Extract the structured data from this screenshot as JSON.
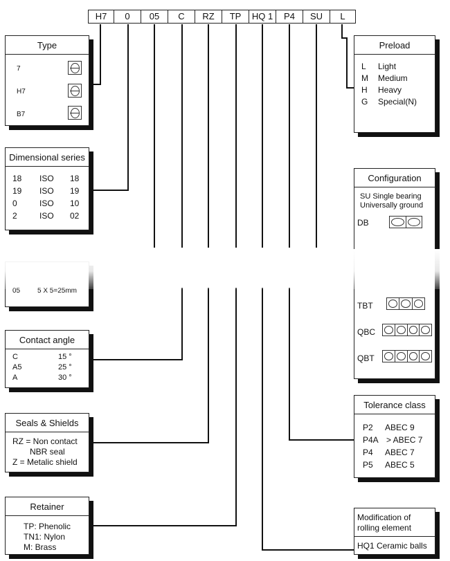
{
  "code": [
    "H7",
    "0",
    "05",
    "C",
    "RZ",
    "TP",
    "HQ 1",
    "P4",
    "SU",
    "L"
  ],
  "type_box": {
    "title": "Type",
    "items": [
      {
        "label": "7",
        "icon": "single-angular-bearing-icon"
      },
      {
        "label": "H7",
        "icon": "angular-bearing-high-speed-icon"
      },
      {
        "label": "B7",
        "icon": "angular-bearing-icon"
      }
    ]
  },
  "dimensional": {
    "title": "Dimensional series",
    "rows": [
      [
        "18",
        "ISO",
        "18"
      ],
      [
        "19",
        "ISO",
        "19"
      ],
      [
        "0",
        "ISO",
        "10"
      ],
      [
        "2",
        "ISO",
        "02"
      ]
    ]
  },
  "bore": {
    "code": "05",
    "text": "5 X 5=25mm"
  },
  "contact_angle": {
    "title": "Contact angle",
    "rows": [
      [
        "C",
        "15 °"
      ],
      [
        "A5",
        "25 °"
      ],
      [
        "A",
        "30 °"
      ]
    ]
  },
  "seals": {
    "title": "Seals & Shields",
    "lines": [
      "RZ = Non contact",
      "NBR seal",
      "Z = Metalic shield"
    ]
  },
  "retainer": {
    "title": "Retainer",
    "lines": [
      "TP: Phenolic",
      "TN1: Nylon",
      "M: Brass"
    ]
  },
  "preload": {
    "title": "Preload",
    "rows": [
      [
        "L",
        "Light"
      ],
      [
        "M",
        "Medium"
      ],
      [
        "H",
        "Heavy"
      ],
      [
        "G",
        "Special(N)"
      ]
    ]
  },
  "configuration": {
    "title": "Configuration",
    "subtitle_1": "SU Single bearing",
    "subtitle_2": "Universally ground",
    "items": [
      {
        "label": "DB",
        "count": 2
      },
      {
        "label": "TBT",
        "count": 3
      },
      {
        "label": "QBC",
        "count": 4
      },
      {
        "label": "QBT",
        "count": 4
      }
    ]
  },
  "tolerance": {
    "title": "Tolerance class",
    "rows": [
      [
        "P2",
        "ABEC 9"
      ],
      [
        "P4A",
        "> ABEC 7"
      ],
      [
        "P4",
        "ABEC 7"
      ],
      [
        "P5",
        "ABEC 5"
      ]
    ]
  },
  "modification": {
    "title_1": "Modification of",
    "title_2": "rolling element",
    "value": "HQ1 Ceramic balls"
  },
  "colors": {
    "line": "#111111",
    "box_border": "#222222",
    "shadow": "#111111"
  }
}
